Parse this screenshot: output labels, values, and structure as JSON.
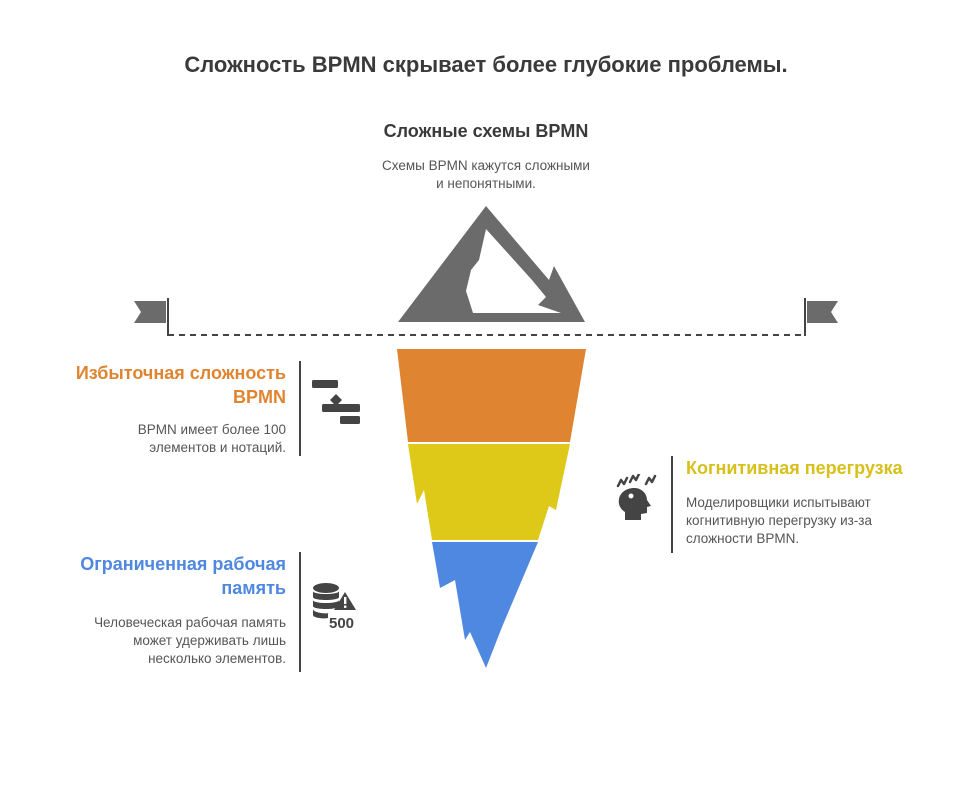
{
  "title": "Сложность BPMN скрывает более глубокие проблемы.",
  "top": {
    "heading": "Сложные схемы BPMN",
    "desc_line1": "Схемы BPMN кажутся сложными",
    "desc_line2": "и непонятными."
  },
  "layers": [
    {
      "id": "excess",
      "heading_line1": "Избыточная сложность",
      "heading_line2": "BPMN",
      "desc_line1": "BPMN имеет более 100",
      "desc_line2": "элементов и нотаций.",
      "color": "#df8430",
      "icon": "gantt-steps-icon"
    },
    {
      "id": "cognitive",
      "heading_line1": "Когнитивная перегрузка",
      "desc_line1": "Моделировщики испытывают",
      "desc_line2": "когнитивную перегрузку из-за",
      "desc_line3": "сложности BPMN.",
      "color": "#dec919",
      "icon": "stressed-head-icon"
    },
    {
      "id": "memory",
      "heading_line1": "Ограниченная рабочая",
      "heading_line2": "память",
      "desc_line1": "Человеческая рабочая память",
      "desc_line2": "может удерживать лишь",
      "desc_line3": "несколько элементов.",
      "color": "#4f88e0",
      "icon": "database-warning-icon",
      "icon_label": "500"
    }
  ],
  "colors": {
    "mountain": "#6b6b6b",
    "waterline": "#444444",
    "flag": "#6b6b6b"
  }
}
